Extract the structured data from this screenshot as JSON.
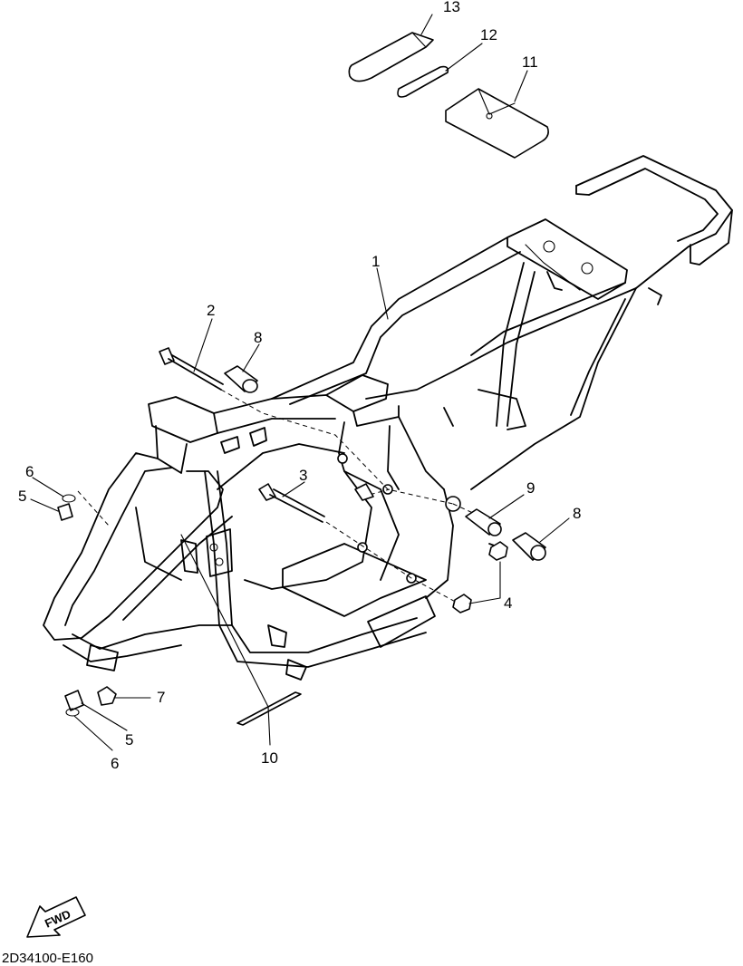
{
  "diagram": {
    "callouts": {
      "c1": "1",
      "c2": "2",
      "c3": "3",
      "c4": "4",
      "c5a": "5",
      "c5b": "5",
      "c6a": "6",
      "c6b": "6",
      "c7": "7",
      "c8a": "8",
      "c8b": "8",
      "c9": "9",
      "c10": "10",
      "c11": "11",
      "c12": "12",
      "c13": "13"
    },
    "fwd_label": "FWD",
    "drawing_code": "2D34100-E160"
  }
}
